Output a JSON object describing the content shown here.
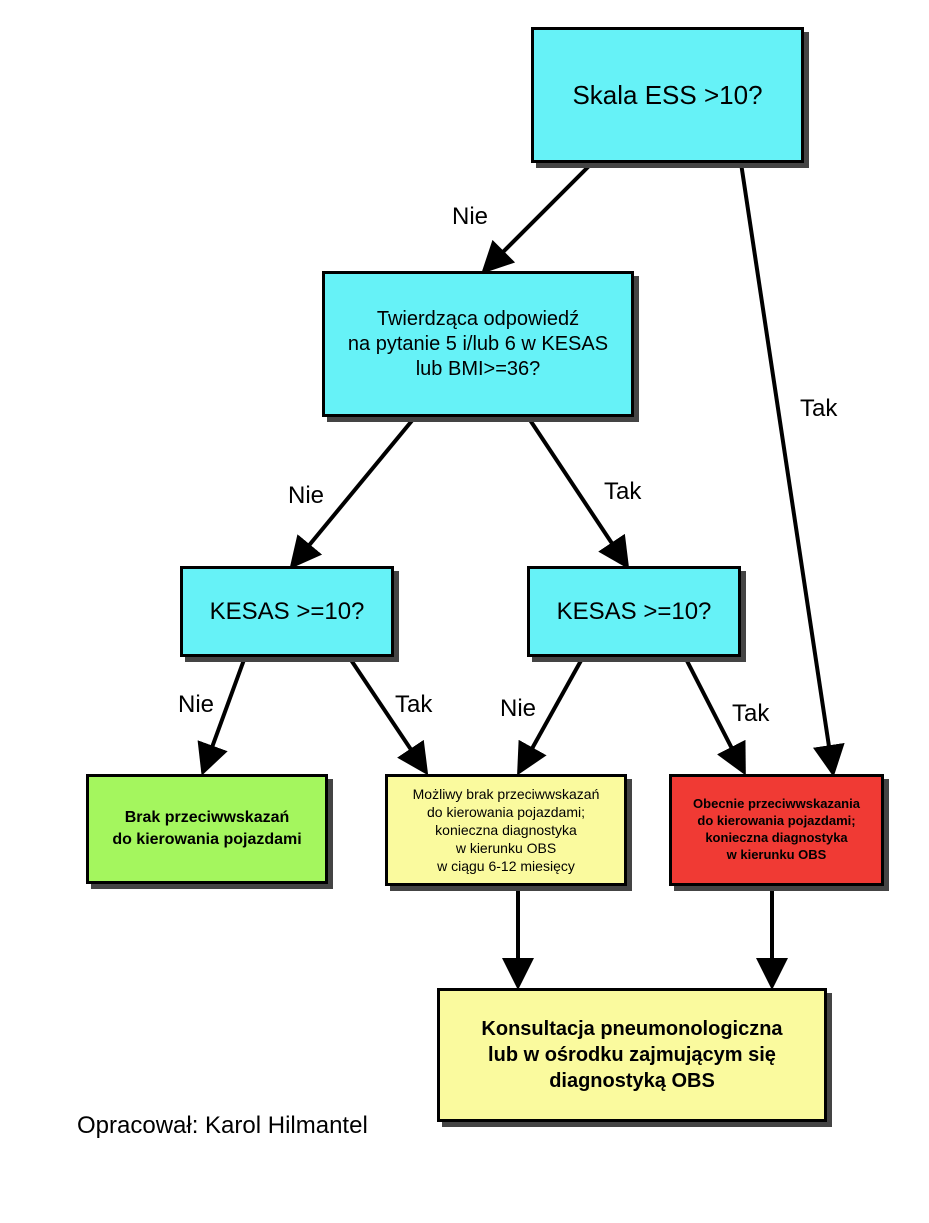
{
  "nodes": {
    "ess": "Skala ESS >10?",
    "q2": "Twierdząca odpowiedź\nna pytanie 5 i/lub 6 w KESAS\nlub BMI>=36?",
    "kesas_left": "KESAS >=10?",
    "kesas_right": "KESAS >=10?",
    "brak": "Brak przeciwwskazań\ndo kierowania pojazdami",
    "mozliwy": "Możliwy brak przeciwwskazań\ndo kierowania pojazdami;\nkonieczna diagnostyka\nw kierunku OBS\nw ciągu 6-12 miesięcy",
    "obecnie": "Obecnie przeciwwskazania\ndo kierowania pojazdami;\nkonieczna diagnostyka\nw kierunku OBS",
    "konsultacja": "Konsultacja pneumonologiczna\nlub w ośrodku zajmującym się\ndiagnostyką OBS"
  },
  "edge_labels": {
    "ess_no": "Nie",
    "ess_yes": "Tak",
    "q2_no": "Nie",
    "q2_yes": "Tak",
    "kl_no": "Nie",
    "kl_yes": "Tak",
    "kr_no": "Nie",
    "kr_yes": "Tak"
  },
  "credit": "Opracował: Karol Hilmantel",
  "colors": {
    "question": "#66f2f7",
    "ok": "#a4f65e",
    "warning": "#fafa9e",
    "danger": "#f03a34"
  }
}
